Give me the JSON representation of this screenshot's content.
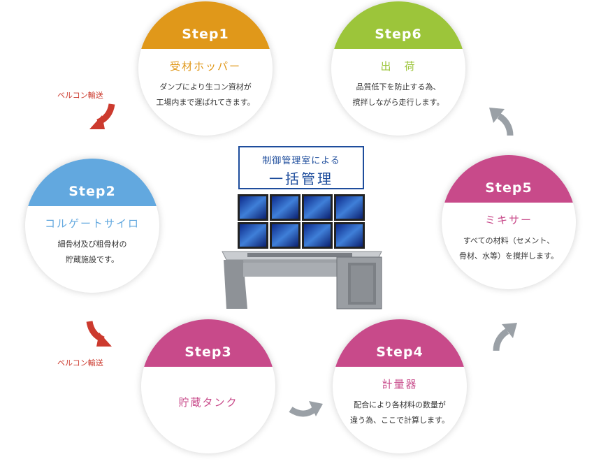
{
  "colors": {
    "step1": "#e0981a",
    "step2": "#62a8df",
    "step3": "#c84a8a",
    "step4": "#c84a8a",
    "step5": "#c84a8a",
    "step6": "#9cc53a",
    "transfer_arrow": "#cc3a2e",
    "flow_arrow": "#9aa0a6",
    "center_border": "#1e4d9c"
  },
  "steps": [
    {
      "title": "Step1",
      "name": "受材ホッパー",
      "desc_line1": "ダンプにより生コン資材が",
      "desc_line2": "工場内まで運ばれてきます。"
    },
    {
      "title": "Step2",
      "name": "コルゲートサイロ",
      "desc_line1": "細骨材及び粗骨材の",
      "desc_line2": "貯蔵施設です。"
    },
    {
      "title": "Step3",
      "name": "貯蔵タンク",
      "desc_line1": "",
      "desc_line2": ""
    },
    {
      "title": "Step4",
      "name": "計量器",
      "desc_line1": "配合により各材料の数量が",
      "desc_line2": "違う為、ここで計算します。"
    },
    {
      "title": "Step5",
      "name": "ミキサー",
      "desc_line1": "すべての材料（セメント、",
      "desc_line2": "骨材、水等）を撹拌します。"
    },
    {
      "title": "Step6",
      "name": "出　荷",
      "desc_line1": "品質低下を防止する為、",
      "desc_line2": "撹拌しながら走行します。"
    }
  ],
  "transfers": [
    "ベルコン輸送",
    "ベルコン輸送"
  ],
  "center": {
    "line1": "制御管理室による",
    "line2": "一括管理"
  }
}
